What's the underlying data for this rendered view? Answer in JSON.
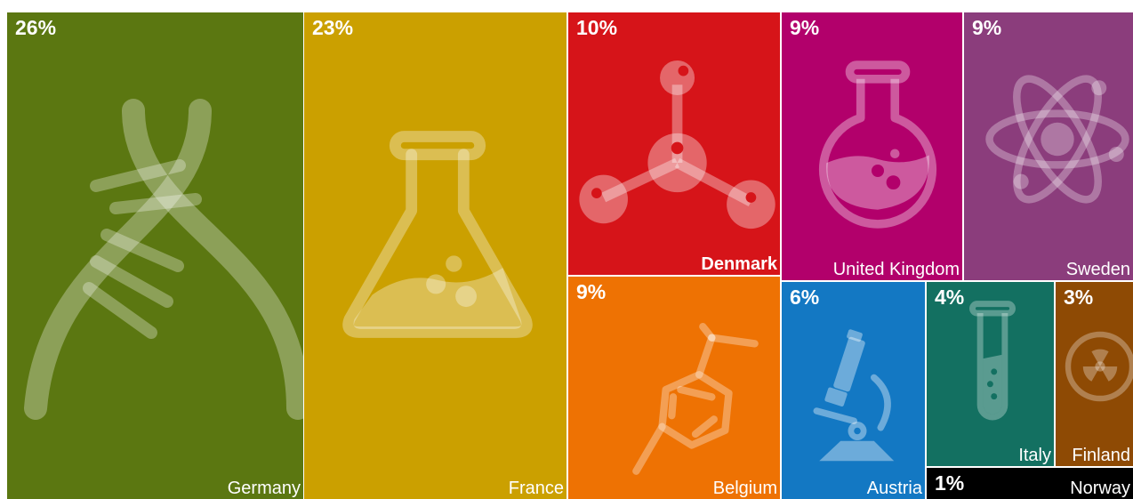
{
  "chart_data": {
    "type": "treemap",
    "items": [
      {
        "name": "Germany",
        "value": 26,
        "label": "26%",
        "color": "#5b7711",
        "icon": "dna-icon"
      },
      {
        "name": "France",
        "value": 23,
        "label": "23%",
        "color": "#cba000",
        "icon": "flask-icon"
      },
      {
        "name": "Denmark",
        "value": 10,
        "label": "10%",
        "color": "#d61419",
        "icon": "molecule-icon"
      },
      {
        "name": "United Kingdom",
        "value": 9,
        "label": "9%",
        "color": "#b2006b",
        "icon": "round-flask-icon"
      },
      {
        "name": "Sweden",
        "value": 9,
        "label": "9%",
        "color": "#8b3d7c",
        "icon": "atom-icon"
      },
      {
        "name": "Belgium",
        "value": 9,
        "label": "9%",
        "color": "#ee7203",
        "icon": "benzene-molecule-icon"
      },
      {
        "name": "Austria",
        "value": 6,
        "label": "6%",
        "color": "#1378c3",
        "icon": "microscope-icon"
      },
      {
        "name": "Italy",
        "value": 4,
        "label": "4%",
        "color": "#137061",
        "icon": "test-tube-icon"
      },
      {
        "name": "Finland",
        "value": 3,
        "label": "3%",
        "color": "#8e4a04",
        "icon": "radiation-icon"
      },
      {
        "name": "Norway",
        "value": 1,
        "label": "1%",
        "color": "#000000",
        "icon": ""
      }
    ]
  }
}
